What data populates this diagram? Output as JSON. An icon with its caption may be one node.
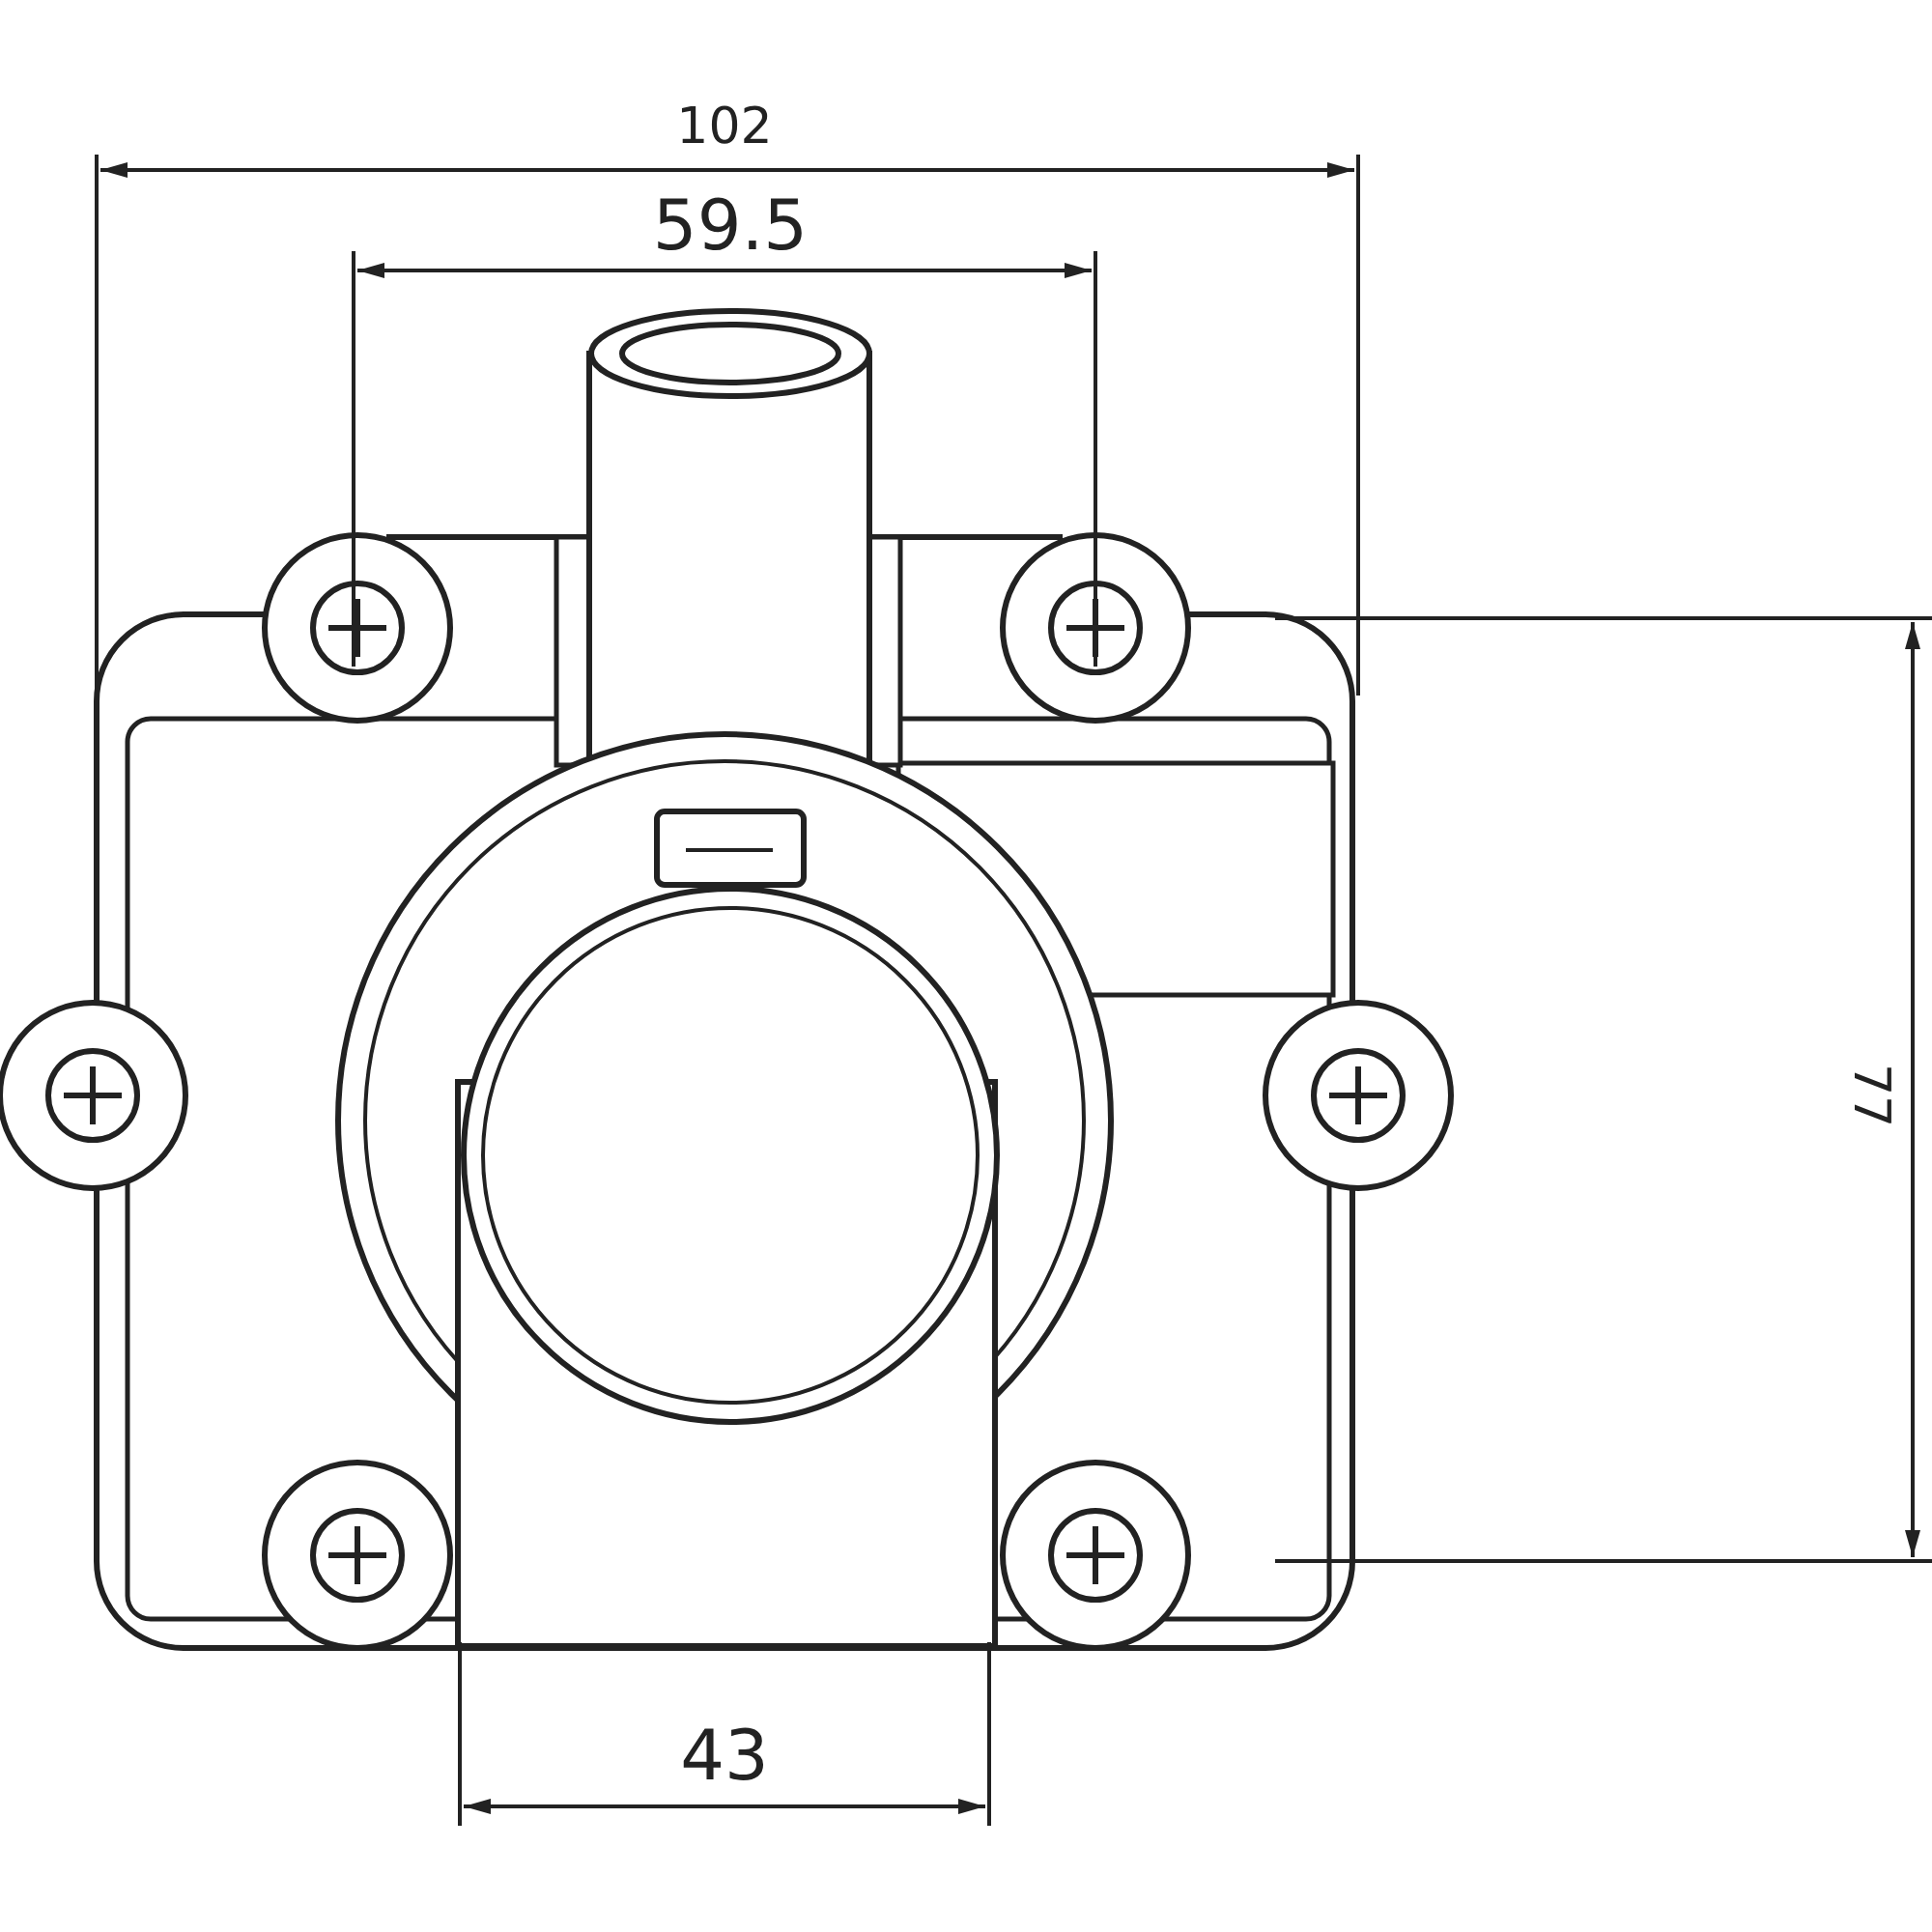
{
  "diagram": {
    "labels": [
      "102",
      "59.5",
      "77",
      "43"
    ]
  }
}
